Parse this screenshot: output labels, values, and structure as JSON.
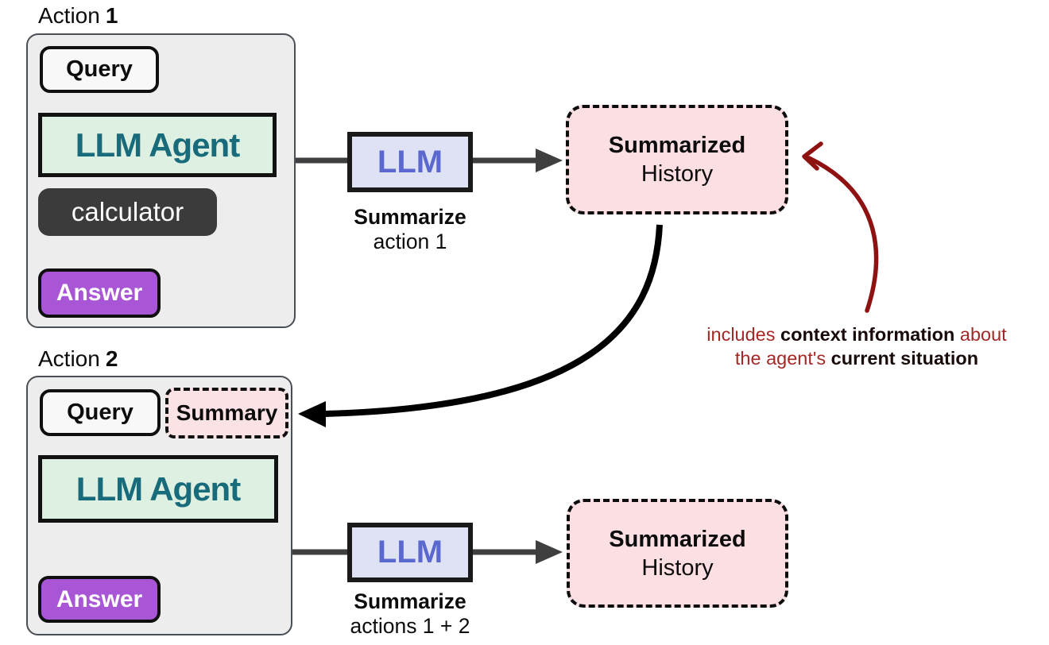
{
  "colors": {
    "panel_fill": "#ededed",
    "panel_border": "#4a4f55",
    "agent_fill": "#def0e2",
    "agent_text": "#186b7a",
    "tool_fill": "#3b3b3b",
    "answer_fill": "#a855d6",
    "llm_fill": "#dfe1f4",
    "llm_text": "#5a68cf",
    "pink_fill": "#fbdfe3",
    "connector": "#3f3f3f",
    "red_arrow": "#8e1212",
    "annotation_red": "#a42825",
    "annotation_dark": "#1a0b0b"
  },
  "action1": {
    "label": "Action",
    "number": "1",
    "query": "Query",
    "agent": "LLM Agent",
    "tool": "calculator",
    "answer": "Answer"
  },
  "summarize1": {
    "llm": "LLM",
    "caption_bold": "Summarize",
    "caption": "action 1"
  },
  "summarized_history1": {
    "line1": "Summarized",
    "line2": "History"
  },
  "annotation": {
    "line1": [
      {
        "t": "includes ",
        "b": false
      },
      {
        "t": "context information",
        "b": true
      },
      {
        "t": " about",
        "b": false
      }
    ],
    "line2": [
      {
        "t": "the agent's ",
        "b": false
      },
      {
        "t": "current situation",
        "b": true
      }
    ]
  },
  "action2": {
    "label": "Action",
    "number": "2",
    "query": "Query",
    "summary": "Summary",
    "agent": "LLM Agent",
    "answer": "Answer"
  },
  "summarize2": {
    "llm": "LLM",
    "caption_bold": "Summarize",
    "caption": "actions 1 + 2"
  },
  "summarized_history2": {
    "line1": "Summarized",
    "line2": "History"
  }
}
